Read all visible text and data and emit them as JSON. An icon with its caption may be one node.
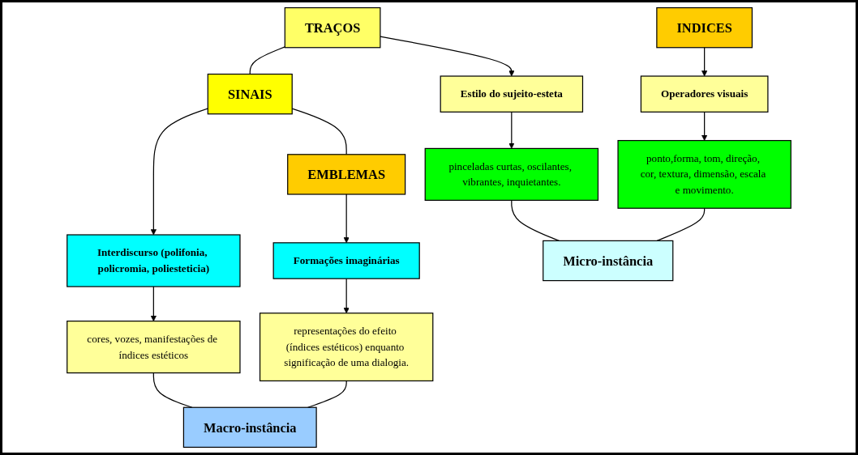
{
  "diagram": {
    "nodes": [
      {
        "text": [
          "TRAÇOS"
        ]
      },
      {
        "text": [
          "SINAIS"
        ]
      },
      {
        "text": [
          "INDICES"
        ]
      },
      {
        "text": [
          "EMBLEMAS"
        ]
      },
      {
        "text": [
          "Estilo do sujeito-esteta"
        ]
      },
      {
        "text": [
          "Operadores visuais"
        ]
      },
      {
        "text": [
          "Interdiscurso (polifonia, policromia, poliesteticia)"
        ]
      },
      {
        "text": [
          "Formações imaginárias"
        ]
      },
      {
        "text": [
          "pinceladas curtas, oscilantes, vibrantes, inquietantes."
        ]
      },
      {
        "text": [
          "ponto,forma, tom, direção, cor, textura, dimensão, escala e movimento."
        ]
      },
      {
        "text": [
          "cores, vozes, manifestações de índices estéticos"
        ]
      },
      {
        "text": [
          "representações do efeito (índices estéticos) enquanto significação de uma dialogia."
        ]
      },
      {
        "text": [
          "Micro-instância"
        ]
      },
      {
        "text": [
          "Macro-instância"
        ]
      }
    ],
    "edges": [
      {
        "from": 0,
        "to": 1,
        "arrow": "none"
      },
      {
        "from": 1,
        "to": 3,
        "arrow": "none"
      },
      {
        "from": 0,
        "to": 4,
        "arrow": "to"
      },
      {
        "from": 2,
        "to": 5,
        "arrow": "to"
      },
      {
        "from": 1,
        "to": 6,
        "arrow": "to"
      },
      {
        "from": 3,
        "to": 7,
        "arrow": "to"
      },
      {
        "from": 4,
        "to": 8,
        "arrow": "to"
      },
      {
        "from": 5,
        "to": 9,
        "arrow": "to"
      },
      {
        "from": 6,
        "to": 10,
        "arrow": "to"
      },
      {
        "from": 7,
        "to": 11,
        "arrow": "to"
      },
      {
        "from": 8,
        "to": 12,
        "arrow": "none"
      },
      {
        "from": 9,
        "to": 12,
        "arrow": "none"
      },
      {
        "from": 10,
        "to": 13,
        "arrow": "none"
      },
      {
        "from": 11,
        "to": 13,
        "arrow": "none"
      }
    ]
  }
}
